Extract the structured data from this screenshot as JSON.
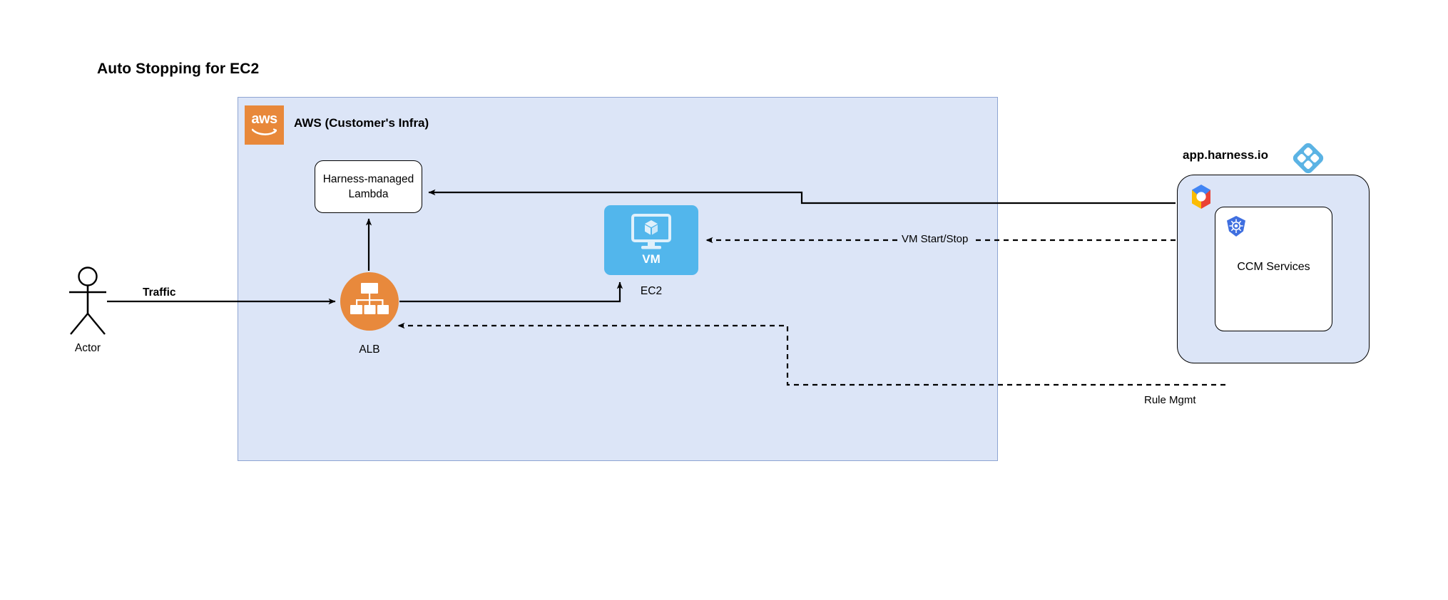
{
  "title": "Auto Stopping for EC2",
  "aws_group": {
    "label": "AWS (Customer's Infra)",
    "logo_name": "aws-logo",
    "logo_word": "aws",
    "fill_color": "#dce5f7",
    "border_color": "#8ea4d2",
    "logo_color": "#e8883a"
  },
  "nodes": {
    "lambda": {
      "label": "Harness-managed\nLambda",
      "shape": "rounded-rect",
      "fill": "#ffffff"
    },
    "alb": {
      "label": "ALB",
      "icon_name": "load-balancer-icon",
      "shape": "circle",
      "fill": "#e8893c"
    },
    "ec2": {
      "label": "EC2",
      "inner_label": "VM",
      "icon_name": "virtual-machine-icon",
      "shape": "rounded-rect",
      "fill": "#52b6ec"
    },
    "actor": {
      "label": "Actor",
      "icon_name": "actor-stick-figure-icon"
    }
  },
  "harness": {
    "label": "app.harness.io",
    "logo_name": "harness-logo",
    "logo_color": "#5bb3e4",
    "panel_fill": "#dce5f7",
    "cloud_logo_name": "google-cloud-logo",
    "ccm": {
      "label": "CCM Services",
      "logo_name": "kubernetes-logo",
      "logo_color": "#3f6fe0",
      "fill": "#ffffff"
    }
  },
  "edges": [
    {
      "name": "actor-to-alb",
      "label": "Traffic",
      "style": "solid",
      "bold_label": true
    },
    {
      "name": "alb-to-ec2",
      "label": "",
      "style": "solid"
    },
    {
      "name": "alb-to-lambda",
      "label": "",
      "style": "solid"
    },
    {
      "name": "harness-to-lambda",
      "label": "",
      "style": "solid"
    },
    {
      "name": "harness-to-ec2",
      "label": "VM Start/Stop",
      "style": "dashed"
    },
    {
      "name": "harness-to-alb",
      "label": "Rule Mgmt",
      "style": "dashed"
    }
  ]
}
